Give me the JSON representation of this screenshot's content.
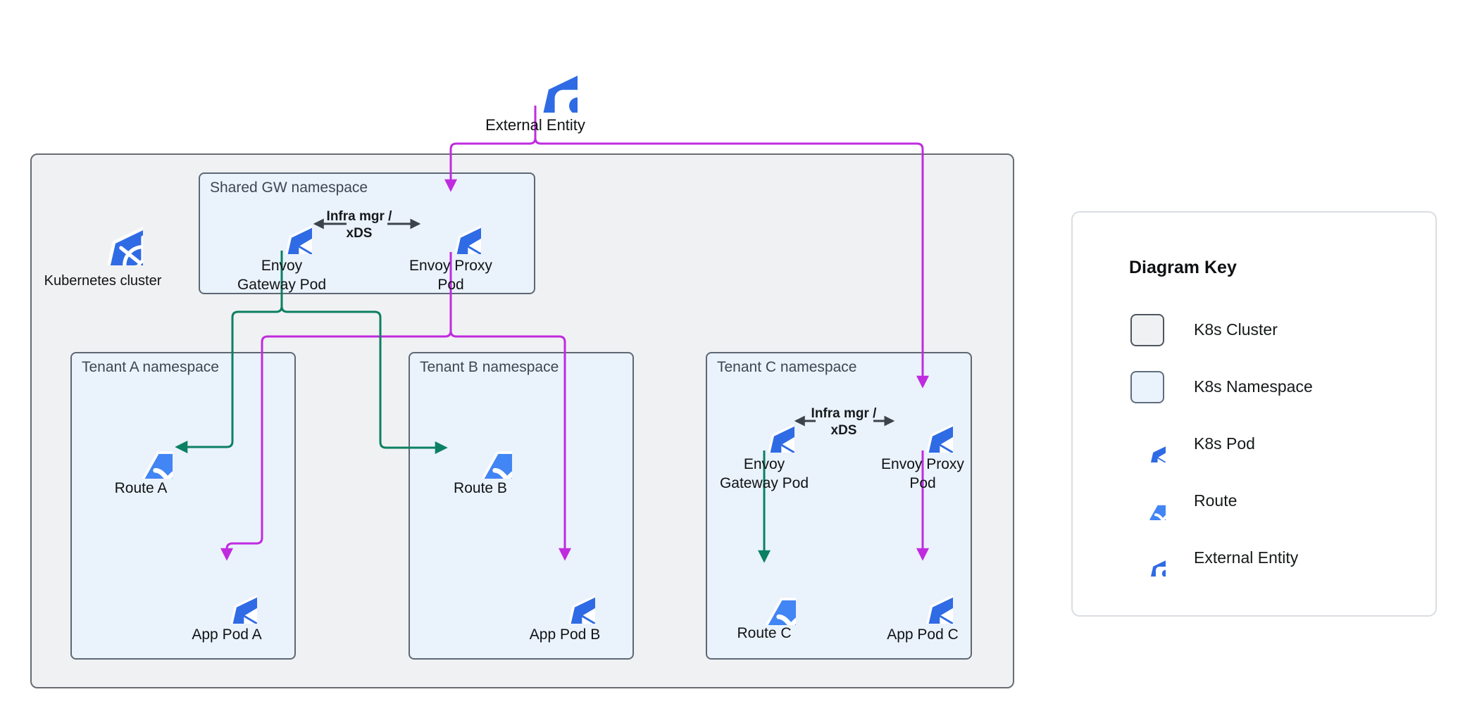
{
  "colors": {
    "magenta": "#C02BDF",
    "green": "#0B8062",
    "pod_blue": "#2F6BE4",
    "route_blue": "#4285F4",
    "route_shade": "#2B5FC7",
    "dark_arrow": "#3C434B",
    "cluster_fill": "#F0F1F3",
    "cluster_border": "#676D73",
    "namespace_fill": "#EAF2FC",
    "namespace_border": "#5D6874",
    "key_border": "#D9DDE3"
  },
  "external_entity": {
    "label": "External Entity"
  },
  "cluster": {
    "label": "Kubernetes cluster",
    "shared_namespace": {
      "title": "Shared GW namespace",
      "gateway_pod_label": "Envoy\nGateway Pod",
      "proxy_pod_label": "Envoy Proxy\nPod",
      "link_label": "Infra mgr /\nxDS"
    },
    "tenant_a": {
      "title": "Tenant A namespace",
      "route_label": "Route A",
      "app_pod_label": "App Pod A"
    },
    "tenant_b": {
      "title": "Tenant B namespace",
      "route_label": "Route B",
      "app_pod_label": "App Pod B"
    },
    "tenant_c": {
      "title": "Tenant C namespace",
      "gateway_pod_label": "Envoy\nGateway Pod",
      "proxy_pod_label": "Envoy Proxy\nPod",
      "link_label": "Infra mgr /\nxDS",
      "route_label": "Route C",
      "app_pod_label": "App Pod C"
    }
  },
  "key": {
    "title": "Diagram Key",
    "items": [
      {
        "label": "K8s Cluster",
        "icon": "cluster-swatch"
      },
      {
        "label": "K8s Namespace",
        "icon": "namespace-swatch"
      },
      {
        "label": "K8s Pod",
        "icon": "pod-icon"
      },
      {
        "label": "Route",
        "icon": "route-icon"
      },
      {
        "label": "External Entity",
        "icon": "external-entity-icon"
      }
    ]
  }
}
